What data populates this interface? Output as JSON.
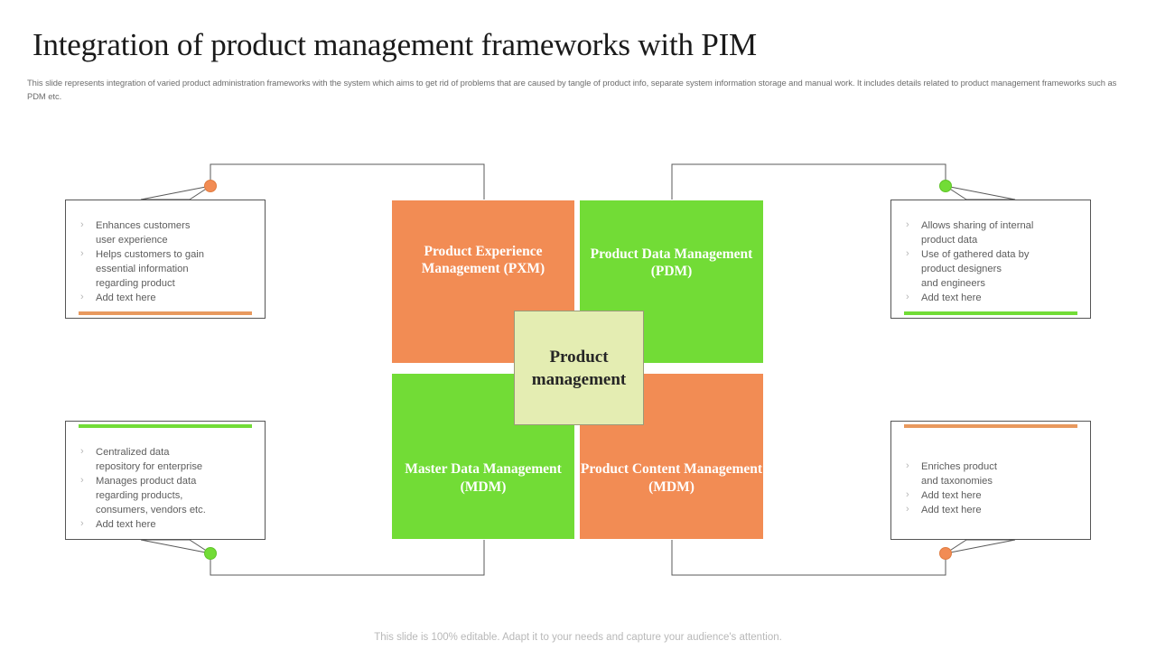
{
  "header": {
    "title": "Integration of product management frameworks with PIM",
    "subtitle": "This slide represents integration of varied product administration frameworks with the system which aims to get rid of problems that are caused by tangle of product info, separate system information storage and manual work. It includes details related to product management frameworks such as PDM etc."
  },
  "footer": {
    "note": "This slide is 100% editable. Adapt it to your needs and capture your audience's attention."
  },
  "colors": {
    "orange": "#F28C54",
    "green": "#72DC36",
    "center_fill": "#E4EDB2",
    "center_border": "#9A9A7A",
    "connector_line": "#5A5A5A",
    "card_border": "#555555",
    "body_text": "#5D5D5D"
  },
  "matrix": {
    "center": {
      "label": "Product\nmanagement"
    },
    "quadrants": [
      {
        "id": "pxm",
        "label": "Product\nExperience\nManagement\n(PXM)",
        "color": "#F28C54",
        "position": "top-left"
      },
      {
        "id": "pdm",
        "label": "Product Data\nManagement\n(PDM)",
        "color": "#72DC36",
        "position": "top-right"
      },
      {
        "id": "mdm",
        "label": "Master Data\nManagement\n(MDM)",
        "color": "#72DC36",
        "position": "bottom-left"
      },
      {
        "id": "pcm",
        "label": "Product Content\nManagement\n(MDM)",
        "color": "#F28C54",
        "position": "bottom-right"
      }
    ]
  },
  "callouts": [
    {
      "id": "top-left",
      "accent_color": "#E8995E",
      "accent_position": "bottom",
      "connector_dot_color": "#F28C54",
      "bullets": [
        "Enhances customers\nuser experience",
        "Helps customers to gain\nessential information\nregarding product",
        "Add text here"
      ]
    },
    {
      "id": "top-right",
      "accent_color": "#72DC36",
      "accent_position": "bottom",
      "connector_dot_color": "#72DC36",
      "bullets": [
        "Allows sharing of internal\nproduct data",
        "Use of gathered data by\nproduct designers\nand engineers",
        "Add text here"
      ]
    },
    {
      "id": "bottom-left",
      "accent_color": "#72DC36",
      "accent_position": "top",
      "connector_dot_color": "#72DC36",
      "bullets": [
        "Centralized data\nrepository for enterprise",
        "Manages product data\nregarding products,\nconsumers, vendors etc.",
        "Add text here"
      ]
    },
    {
      "id": "bottom-right",
      "accent_color": "#E8995E",
      "accent_position": "top",
      "connector_dot_color": "#F28C54",
      "bullets": [
        "Enriches product\nand taxonomies",
        "Add text here",
        "Add text here"
      ]
    }
  ],
  "icons": {
    "bullet_chevron": "›"
  }
}
